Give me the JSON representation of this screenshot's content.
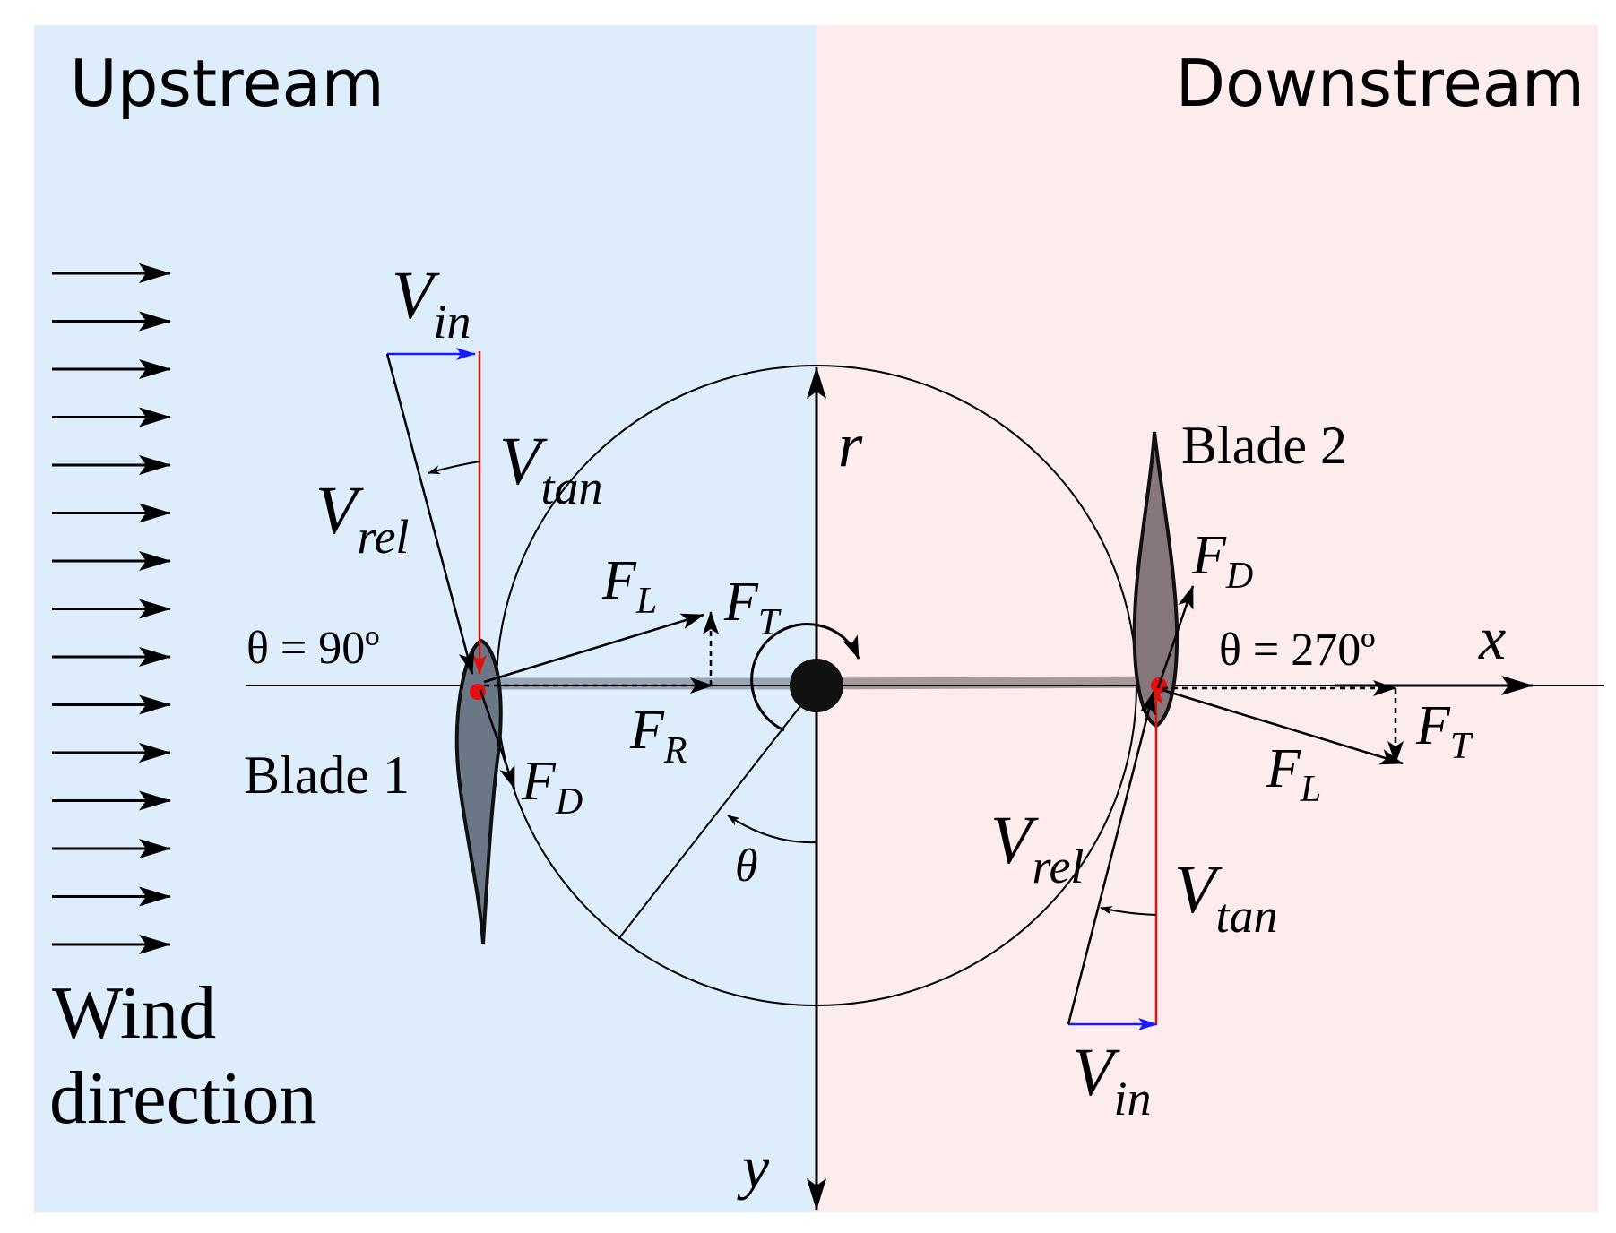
{
  "regions": {
    "upstream": {
      "label": "Upstream",
      "color": "#ddedfb"
    },
    "downstream": {
      "label": "Downstream",
      "color": "#fcecec"
    }
  },
  "wind": {
    "line1": "Wind",
    "line2": "direction",
    "arrow_count": 15
  },
  "axes": {
    "x": "x",
    "y": "y",
    "r": "r",
    "theta": "θ"
  },
  "blade1": {
    "name": "Blade 1",
    "angle": "θ = 90º",
    "color": "#6b7787",
    "vectors": {
      "V_in": {
        "main": "V",
        "sub": "in"
      },
      "V_tan": {
        "main": "V",
        "sub": "tan"
      },
      "V_rel": {
        "main": "V",
        "sub": "rel"
      },
      "F_L": {
        "main": "F",
        "sub": "L"
      },
      "F_T": {
        "main": "F",
        "sub": "T"
      },
      "F_R": {
        "main": "F",
        "sub": "R"
      },
      "F_D": {
        "main": "F",
        "sub": "D"
      }
    }
  },
  "blade2": {
    "name": "Blade 2",
    "angle": "θ = 270º",
    "color": "#86787a",
    "vectors": {
      "V_in": {
        "main": "V",
        "sub": "in"
      },
      "V_tan": {
        "main": "V",
        "sub": "tan"
      },
      "V_rel": {
        "main": "V",
        "sub": "rel"
      },
      "F_L": {
        "main": "F",
        "sub": "L"
      },
      "F_T": {
        "main": "F",
        "sub": "T"
      },
      "F_D": {
        "main": "F",
        "sub": "D"
      }
    }
  },
  "colors": {
    "v_in": "#1a1aff",
    "v_tan": "#e01010",
    "hub": "#111111"
  }
}
